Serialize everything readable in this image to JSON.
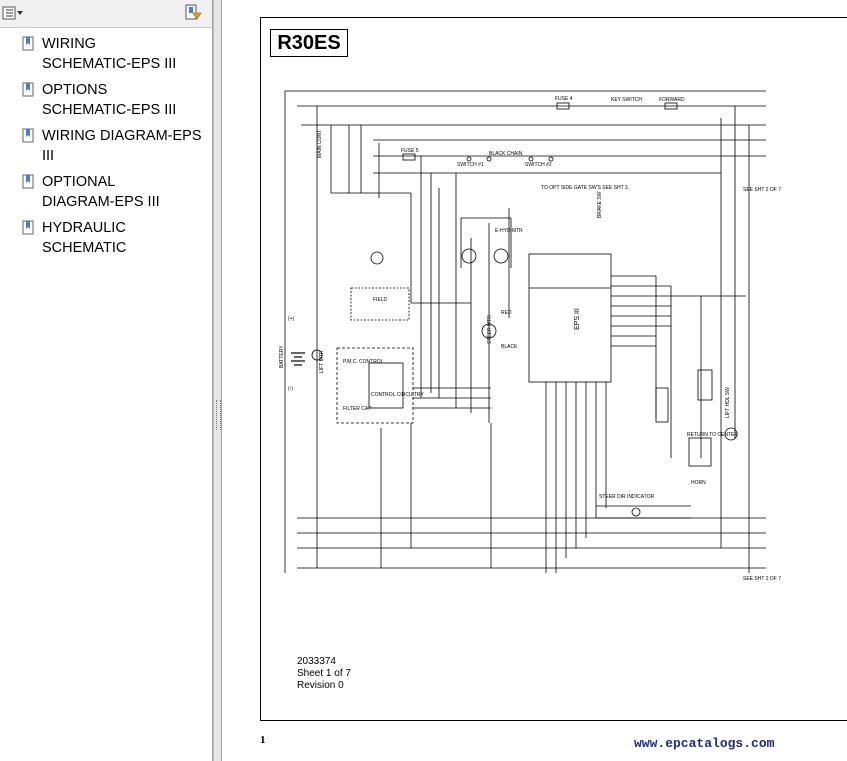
{
  "sidebar": {
    "bookmarks": [
      {
        "label_line1": "WIRING",
        "label_line2": "SCHEMATIC-EPS III"
      },
      {
        "label_line1": "OPTIONS",
        "label_line2": "SCHEMATIC-EPS III"
      },
      {
        "label_line1": "WIRING DIAGRAM-EPS",
        "label_line2": "III"
      },
      {
        "label_line1": "OPTIONAL",
        "label_line2": "DIAGRAM-EPS III"
      },
      {
        "label_line1": "HYDRAULIC SCHEMATIC",
        "label_line2": ""
      }
    ]
  },
  "document": {
    "model": "R30ES",
    "drawing_number": "2033374",
    "sheet": "Sheet 1 of 7",
    "revision": "Revision 0",
    "page_number": "1",
    "watermark": "www.epcatalogs.com",
    "schematic_labels": {
      "battery": "BATTERY",
      "plus": "(+)",
      "minus": "(-)",
      "pmc_control": "P.M.C. CONTROL",
      "control_circuitry": "CONTROL CIRCUITRY",
      "filter_cap": "FILTER CAP",
      "eps": "EPS III",
      "field": "FIELD",
      "see_sht_top": "SEE SHT 2 OF 7",
      "see_sht_bottom": "SEE SHT 2 OF 7",
      "to_opt": "TO OPT SIDE GATE SW'S SEE SHT 3",
      "step_dir": "STEER DIR INDICATOR",
      "horn": "HORN",
      "main_cont": "MAIN CONT",
      "lift_motor": "LIFT MTR",
      "key_switch": "KEY SWITCH",
      "fuse_4": "FUSE 4",
      "fuse_5": "FUSE 5",
      "black_chain": "BLACK CHAIN",
      "switch_1": "SWITCH #1",
      "switch_2": "SWITCH #2",
      "black": "BLACK",
      "red": "RED",
      "brake_sw": "BRAKE SW",
      "forward": "FORWARD",
      "lift_handle": "LIFT HDL SW",
      "return_center": "RETURN TO CENTER",
      "steer_motor": "STEER MTR",
      "ehyd_motor": "E-HYD MTR"
    }
  },
  "colors": {
    "watermark": "#1b2d7a",
    "toolbar_bg": "#f0f0f0"
  },
  "icons": {
    "toolbar_left": "bookmark-options-icon",
    "toolbar_right": "expand-bookmark-icon",
    "bookmark": "bookmark-page-icon"
  }
}
